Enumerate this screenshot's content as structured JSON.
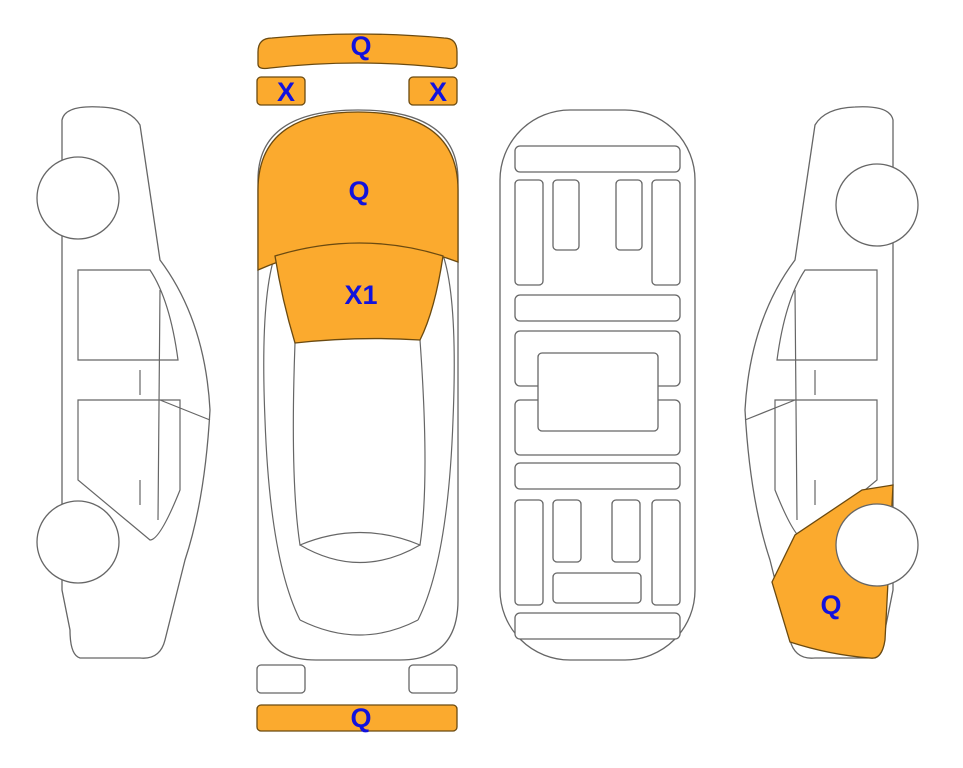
{
  "colors": {
    "damage": "#FBAA2E",
    "label": "#1212DD",
    "outline": "#666666"
  },
  "parts": {
    "front_bumper": {
      "code": "Q"
    },
    "headlight_left": {
      "code": "X"
    },
    "headlight_right": {
      "code": "X"
    },
    "hood": {
      "code": "Q"
    },
    "windshield": {
      "code": "X1"
    },
    "rear_bumper": {
      "code": "Q"
    },
    "right_rear_quarter": {
      "code": "Q"
    }
  }
}
